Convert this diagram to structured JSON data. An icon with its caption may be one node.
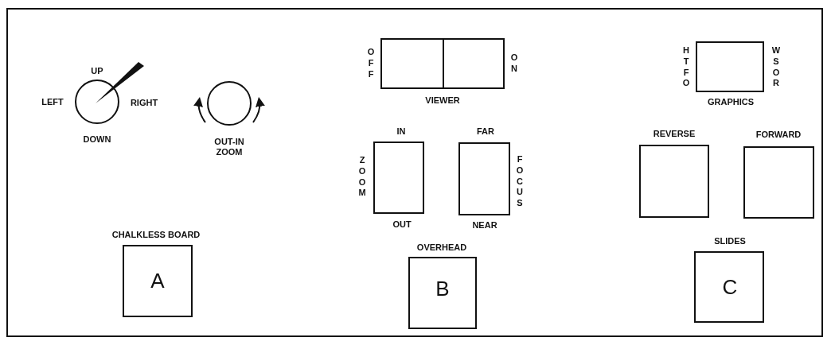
{
  "diagram": {
    "nodes": [
      {
        "text": [
          "UP",
          "LEFT",
          "RIGHT",
          "DOWN"
        ]
      },
      {
        "text": [
          "OUT-IN ZOOM"
        ]
      },
      {
        "text": [
          "OFF",
          "ON",
          "VIEWER"
        ]
      },
      {
        "text": [
          "HTFO",
          "WSOR",
          "GRAPHICS"
        ]
      },
      {
        "text": [
          "IN",
          "ZOOM",
          "OUT"
        ]
      },
      {
        "text": [
          "FAR",
          "FOCUS",
          "NEAR"
        ]
      },
      {
        "text": [
          "REVERSE"
        ]
      },
      {
        "text": [
          "FORWARD"
        ]
      },
      {
        "text": [
          "CHALKLESS BOARD",
          "A"
        ]
      },
      {
        "text": [
          "OVERHEAD",
          "B"
        ]
      },
      {
        "text": [
          "SLIDES",
          "C"
        ]
      }
    ]
  }
}
